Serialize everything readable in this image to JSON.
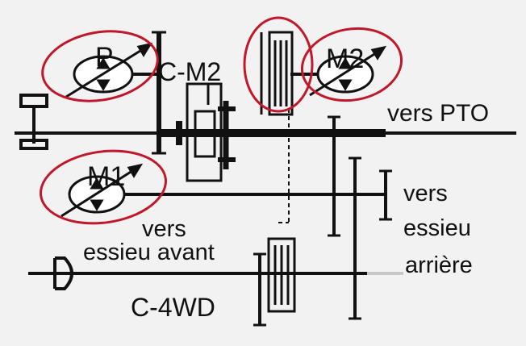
{
  "diagram": {
    "labels": {
      "motor_p": "P",
      "clutch_m2": "C-M2",
      "motor_m2": "M2",
      "output_pto": "vers PTO",
      "motor_m1": "M1",
      "front_axle_line1": "vers",
      "front_axle_line2": "essieu avant",
      "rear_axle_line1": "vers",
      "rear_axle_line2": "essieu",
      "rear_axle_line3": "arrière",
      "clutch_4wd": "C-4WD"
    },
    "colors": {
      "background": "#f2f2f2",
      "line": "#111111",
      "highlight": "#c0182a"
    }
  }
}
